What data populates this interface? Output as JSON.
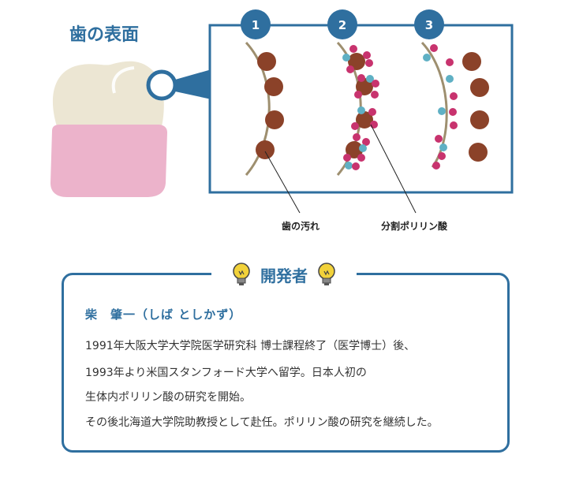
{
  "tooth": {
    "title": "歯の表面"
  },
  "steps": [
    "1",
    "2",
    "3"
  ],
  "labels": {
    "stain": "歯の汚れ",
    "polyphosphate": "分割ポリリン酸"
  },
  "developer": {
    "heading": "開発者",
    "name": "柴　肇一（しば としかず）",
    "bio": [
      "1991年大阪大学大学院医学研究科 博士課程終了（医学博士）後、",
      "1993年より米国スタンフォード大学へ留学。日本人初の",
      "生体内ポリリン酸の研究を開始。",
      "その後北海道大学院助教授として赴任。ポリリン酸の研究を継続した。"
    ]
  },
  "colors": {
    "accent": "#2f6f9f",
    "stain": "#8b4229",
    "particle_pink": "#c8336e",
    "particle_teal": "#5fb0c4",
    "gum": "#ecb3cb",
    "tooth": "#ece6d3"
  }
}
